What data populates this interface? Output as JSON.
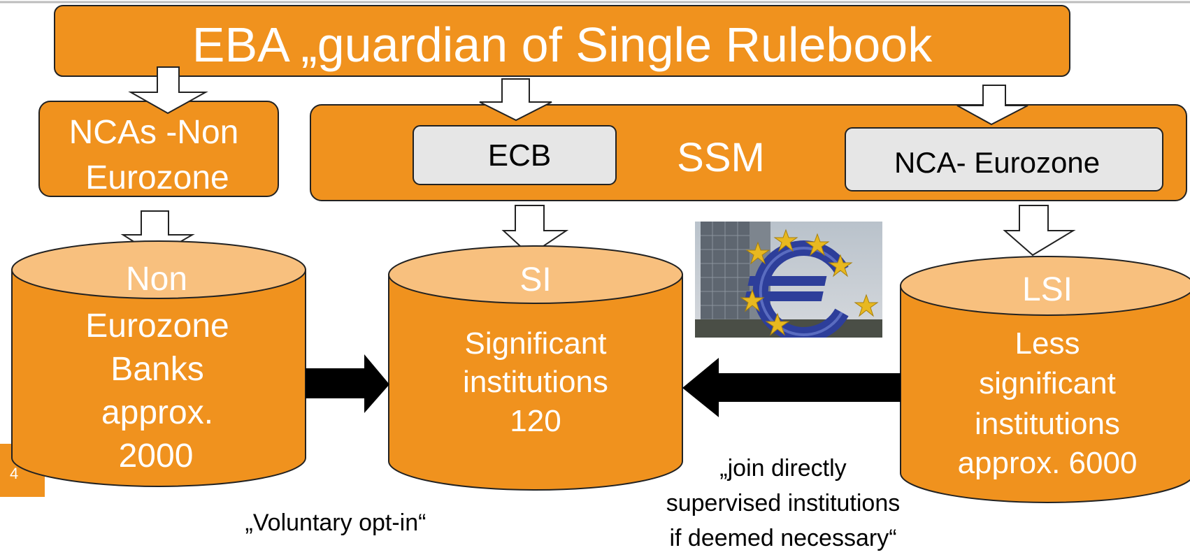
{
  "slide_number": "4",
  "colors": {
    "orange": "#F0921E",
    "cylinder_top": "#F8C07E",
    "grey_box": "#E6E6E6",
    "white": "#FFFFFF",
    "black": "#000000",
    "photo_sky": "#C8CDD2",
    "photo_euro": "#2D3E9A",
    "photo_star": "#E8B820"
  },
  "eba": {
    "label": "EBA „guardian of Single Rulebook"
  },
  "ncas_non_eurozone": {
    "line1": "NCAs -Non",
    "line2": "Eurozone"
  },
  "ssm": {
    "label": "SSM",
    "ecb_label": "ECB",
    "nca_eurozone_label": "NCA- Eurozone"
  },
  "cylinders": {
    "non_eurozone": {
      "title": "Non",
      "body": [
        "Eurozone",
        "Banks",
        "approx.",
        "2000"
      ]
    },
    "si": {
      "title": "SI",
      "body": [
        "Significant",
        "institutions",
        "120"
      ]
    },
    "lsi": {
      "title": "LSI",
      "body": [
        "Less",
        "significant",
        "institutions",
        "approx. 6000"
      ]
    }
  },
  "captions": {
    "voluntary": "„Voluntary opt-in“",
    "join_line1": "„join directly",
    "join_line2": "supervised institutions",
    "join_line3": "if deemed necessary“"
  },
  "photo": {
    "icon": "euro-sculpture-photo"
  }
}
